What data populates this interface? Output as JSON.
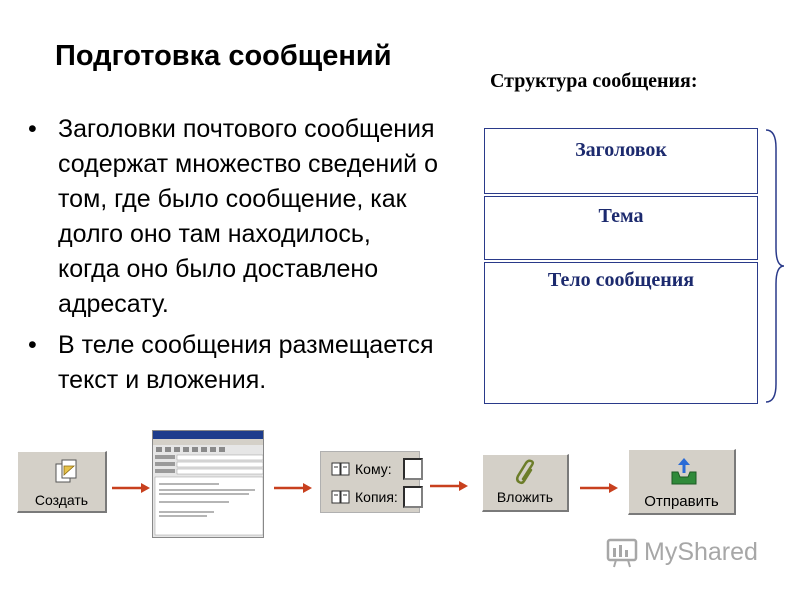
{
  "slide": {
    "title": "Подготовка сообщений",
    "bullets": [
      "Заголовки почтового сообщения содержат множество сведений о том, где было сообщение, как долго оно там находилось, когда оно было доставлено адресату.",
      "В теле сообщения размещается текст и вложения."
    ],
    "bullet_marker": "•"
  },
  "structure": {
    "title": "Структура сообщения:",
    "parts": [
      "Заголовок",
      "Тема",
      "Тело сообщения"
    ],
    "color": "#1c2a6e"
  },
  "toolbar": {
    "create_label": "Создать",
    "to_label": "Кому:",
    "cc_label": "Копия:",
    "attach_label": "Вложить",
    "send_label": "Отправить",
    "arrow_color": "#c8401e",
    "icons": [
      "new-message-icon",
      "address-book-icon",
      "paperclip-icon",
      "send-icon"
    ]
  },
  "brand": {
    "name": "MyShared"
  }
}
